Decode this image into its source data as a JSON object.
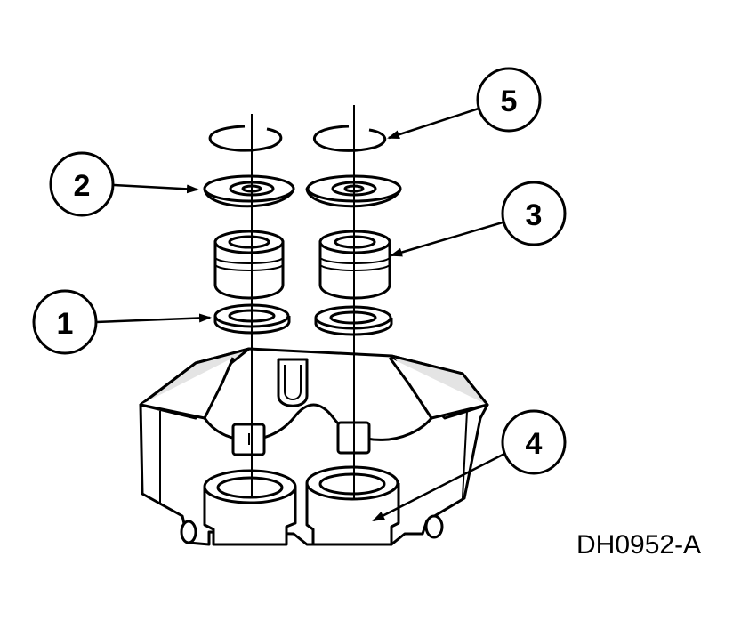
{
  "diagram": {
    "callouts": [
      {
        "label": "1"
      },
      {
        "label": "2"
      },
      {
        "label": "3"
      },
      {
        "label": "4"
      },
      {
        "label": "5"
      }
    ],
    "figure_code": "DH0952-A"
  },
  "colors": {
    "line": "#000000",
    "fill": "#ffffff",
    "shade": "#dcdcdc"
  }
}
